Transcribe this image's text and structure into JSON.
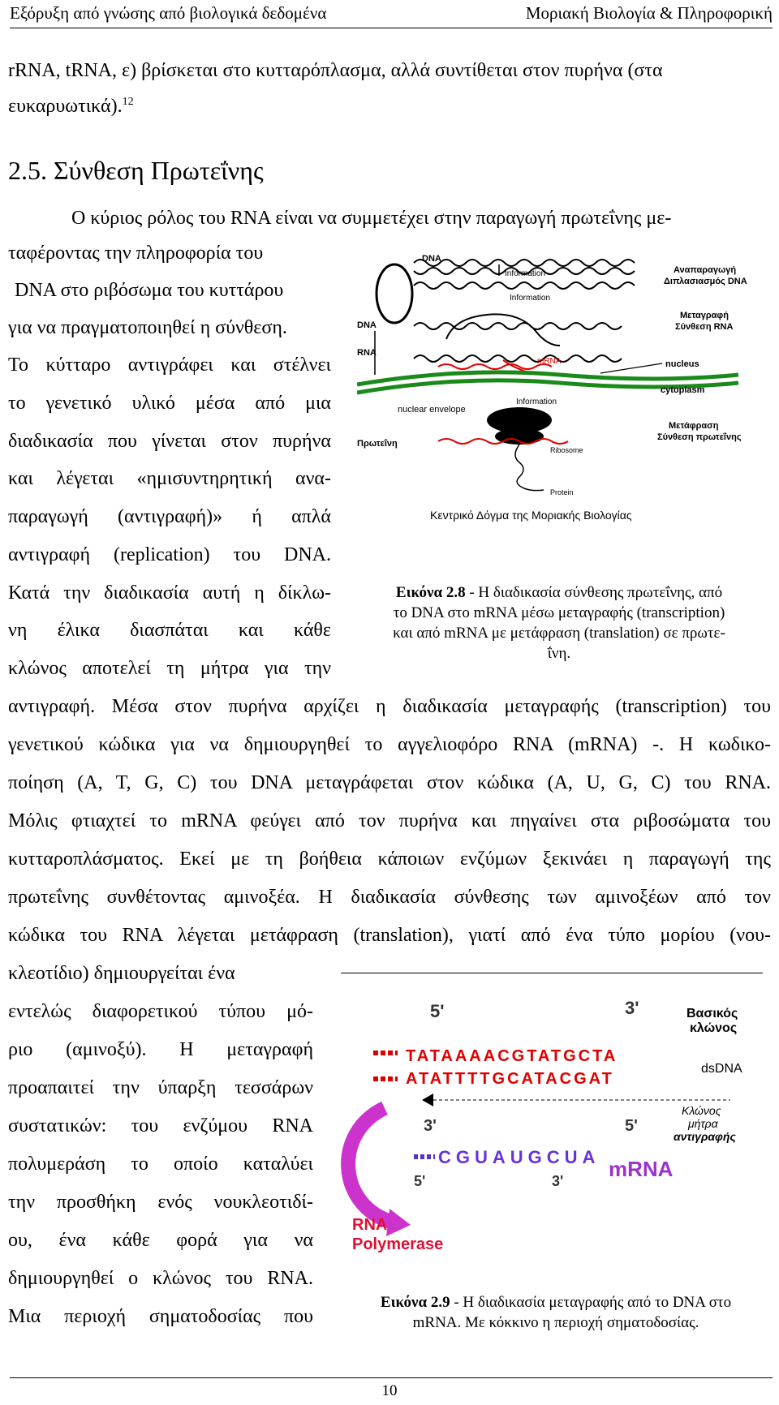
{
  "header": {
    "left": "Εξόρυξη από γνώσης από βιολογικά δεδομένα",
    "right": "Μοριακή Βιολογία & Πληροφορική"
  },
  "intro": {
    "line1": "rRNA, tRNA, ε) βρίσκεται στο κυτταρόπλασμα, αλλά συντίθεται στον πυρήνα (στα",
    "line2": "ευκαρυωτικά).",
    "footnote": "12"
  },
  "section": {
    "title": "2.5.   Σύνθεση Πρωτεΐνης"
  },
  "body": {
    "lines": [
      "Ο κύριος ρόλος του RNA είναι να συμμετέχει στην παραγωγή πρωτεΐνης με-",
      "ταφέροντας την πληροφορία του",
      "DNA στο ριβόσωμα του κυττάρου",
      "για να πραγματοποιηθεί η σύνθεση.",
      "Το κύτταρο αντιγράφει και στέλνει",
      "το γενετικό υλικό μέσα από μια",
      "διαδικασία που γίνεται στον πυρήνα",
      "και λέγεται «ημισυντηρητική ανα-",
      "παραγωγή (αντιγραφή)» ή απλά",
      "αντιγραφή (replication) του DNA.",
      "Κατά την διαδικασία αυτή η δίκλω-",
      "νη έλικα διασπάται και κάθε",
      "κλώνος αποτελεί τη μήτρα για την",
      "αντιγραφή. Μέσα στον πυρήνα αρχίζει η διαδικασία μεταγραφής (transcription) του",
      "γενετικού κώδικα για να δημιουργηθεί το αγγελιοφόρο RNA (mRNA) -. Η κωδικο-",
      "ποίηση (A, T, G, C) του DNA μεταγράφεται στον κώδικα (A, U, G, C) του RNA.",
      "Μόλις φτιαχτεί το mRNA φεύγει από τον πυρήνα και πηγαίνει στα ριβοσώματα του",
      "κυτταροπλάσματος. Εκεί με τη βοήθεια κάποιων ενζύμων ξεκινάει η παραγωγή της",
      "πρωτεΐνης συνθέτοντας αμινοξέα. Η διαδικασία σύνθεσης των αμινοξέων από τον",
      "κώδικα του RNA λέγεται μετάφραση (translation), γιατί από ένα τύπο μορίου (νου-",
      "κλεοτίδιο) δημιουργείται ένα",
      "εντελώς διαφορετικού τύπου μό-",
      "ριο (αμινοξύ). Η μεταγραφή",
      "προαπαιτεί την ύπαρξη τεσσάρων",
      "συστατικών: του ενζύμου RNA",
      "πολυμεράση το οποίο καταλύει",
      "την προσθήκη ενός νουκλεοτιδί-",
      "ου, ένα κάθε φορά για να",
      "δημιουργηθεί ο κλώνος του RNA.",
      "Μια περιοχή σηματοδοσίας που"
    ]
  },
  "figure8": {
    "labels": {
      "dna_top": "DNA",
      "information1": "Information",
      "replication_gr": "Αναπαραγωγή",
      "replication_gr2": "Διπλασιασμός DNA",
      "dna_left": "DNA",
      "information2": "Information",
      "transcription_gr": "Μεταγραφή",
      "transcription_gr2": "Σύνθεση RNA",
      "rna_left": "RNA",
      "mrna": "mRNA",
      "nucleus": "nucleus",
      "information3": "Information",
      "cytoplasm": "cytoplasm",
      "nuclear_envelope": "nuclear envelope",
      "translation_gr": "Μετάφραση",
      "translation_gr2": "Σύνθεση πρωτεΐνης",
      "protein_left": "Πρωτεΐνη",
      "ribosome": "Ribosome",
      "protein": "Protein",
      "title": "Κεντρικό Δόγμα της Μοριακής Βιολογίας"
    },
    "caption_bold": "Εικόνα 2.8",
    "caption_lines": [
      " - Η διαδικασία σύνθεσης πρωτεΐνης, από",
      "το DNA στο mRNA μέσω μεταγραφής (transcription)",
      "και από mRNA με  μετάφραση (translation) σε πρωτε-",
      "ΐνη."
    ]
  },
  "figure9": {
    "labels": {
      "five_top": "5'",
      "three_top": "3'",
      "base_strand": "Βασικός",
      "base_strand2": "κλώνος",
      "seq1": "TATAAAACGTATGCTA",
      "seq2": "ATATTTTGCATACGAT",
      "dsdna": "dsDNA",
      "template": "Κλώνος",
      "template2": "μήτρα",
      "template3": "αντιγραφής",
      "three_mid": "3'",
      "five_mid": "5'",
      "rna_seq": "CGUAUGCUA",
      "mrna": "mRNA",
      "five_bot": "5'",
      "three_bot": "3'",
      "rna_pol1": "RNA",
      "rna_pol2": "Polymerase"
    },
    "caption_bold": "Εικόνα 2.9",
    "caption_lines": [
      " - Η διαδικασία μεταγραφής από το DNA στο",
      "mRNA. Με κόκκινο η περιοχή σηματοδοσίας."
    ]
  },
  "page_number": "10"
}
